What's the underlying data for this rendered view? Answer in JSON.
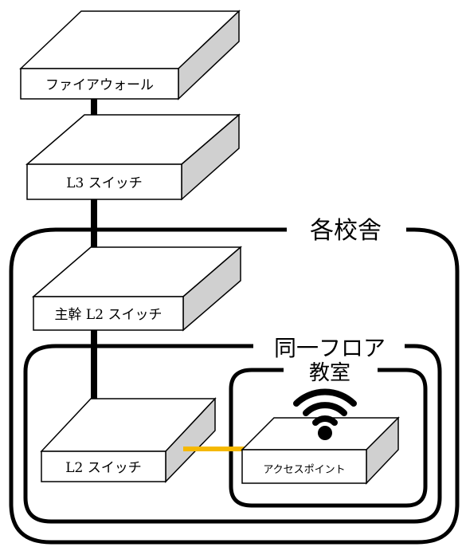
{
  "areas": {
    "campus_label": "各校舎",
    "floor_label": "同一フロア",
    "classroom_label": "教室"
  },
  "devices": {
    "firewall": "ファイアウォール",
    "l3_switch": "L3 スイッチ",
    "core_l2_switch": "主幹 L2 スイッチ",
    "l2_switch": "L2 スイッチ",
    "access_point": "アクセスポイント"
  },
  "links": {
    "wired_color": "#000000",
    "ap_link_color": "#f5b800"
  },
  "colors": {
    "box_top": "#ffffff",
    "box_side": "#d0d0d0",
    "box_front": "#ffffff",
    "stroke": "#000000"
  },
  "icons": {
    "wireless": "wifi-icon"
  }
}
